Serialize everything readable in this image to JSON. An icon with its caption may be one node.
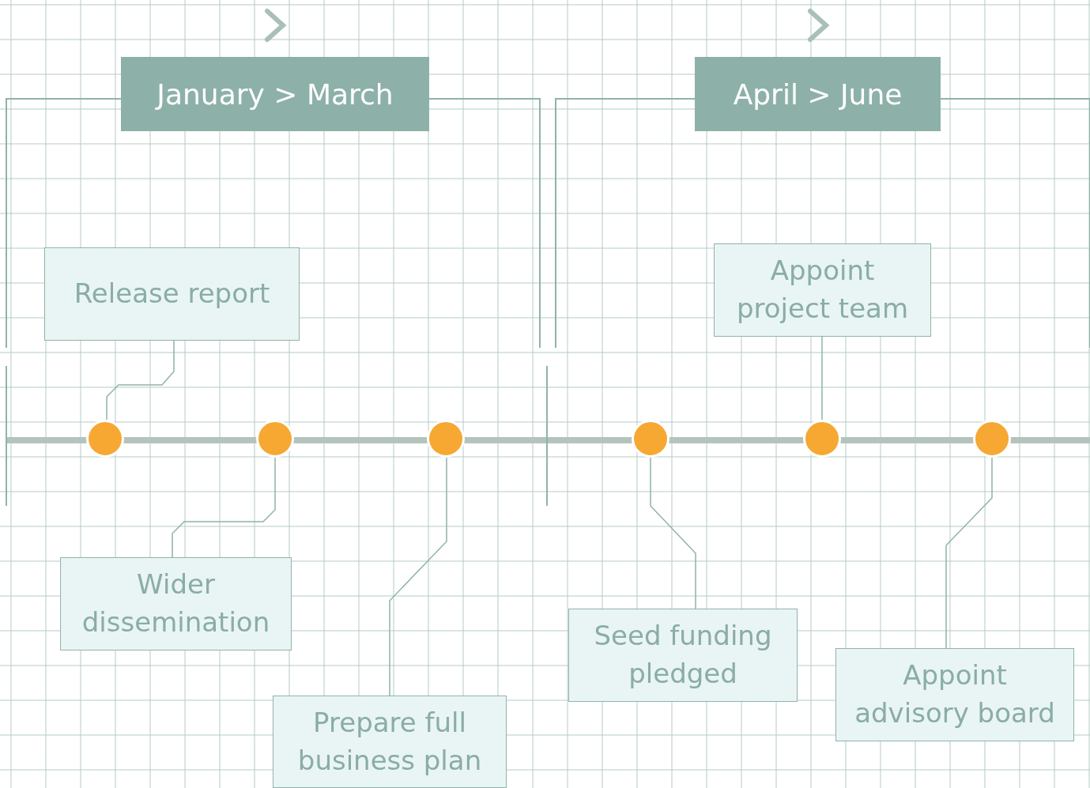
{
  "diagram": {
    "nodes": [
      {
        "text": [
          "January > March"
        ]
      },
      {
        "text": [
          "April > June"
        ]
      },
      {
        "text": [
          "Release report"
        ]
      },
      {
        "text": [
          "Wider dissemination"
        ]
      },
      {
        "text": [
          "Prepare full business plan"
        ]
      },
      {
        "text": [
          "Seed funding pledged"
        ]
      },
      {
        "text": [
          "Appoint project team"
        ]
      },
      {
        "text": [
          "Appoint advisory board"
        ]
      },
      {
        "text": [],
        "shape": "circle"
      },
      {
        "text": [],
        "shape": "circle"
      },
      {
        "text": [],
        "shape": "circle"
      },
      {
        "text": [],
        "shape": "circle"
      },
      {
        "text": [],
        "shape": "circle"
      },
      {
        "text": [],
        "shape": "circle"
      }
    ],
    "edges": [
      {
        "from": 2,
        "to": 8,
        "arrow": "none"
      },
      {
        "from": 3,
        "to": 9,
        "arrow": "none"
      },
      {
        "from": 4,
        "to": 10,
        "arrow": "none"
      },
      {
        "from": 5,
        "to": 11,
        "arrow": "none"
      },
      {
        "from": 6,
        "to": 12,
        "arrow": "none"
      },
      {
        "from": 7,
        "to": 13,
        "arrow": "none"
      }
    ]
  }
}
